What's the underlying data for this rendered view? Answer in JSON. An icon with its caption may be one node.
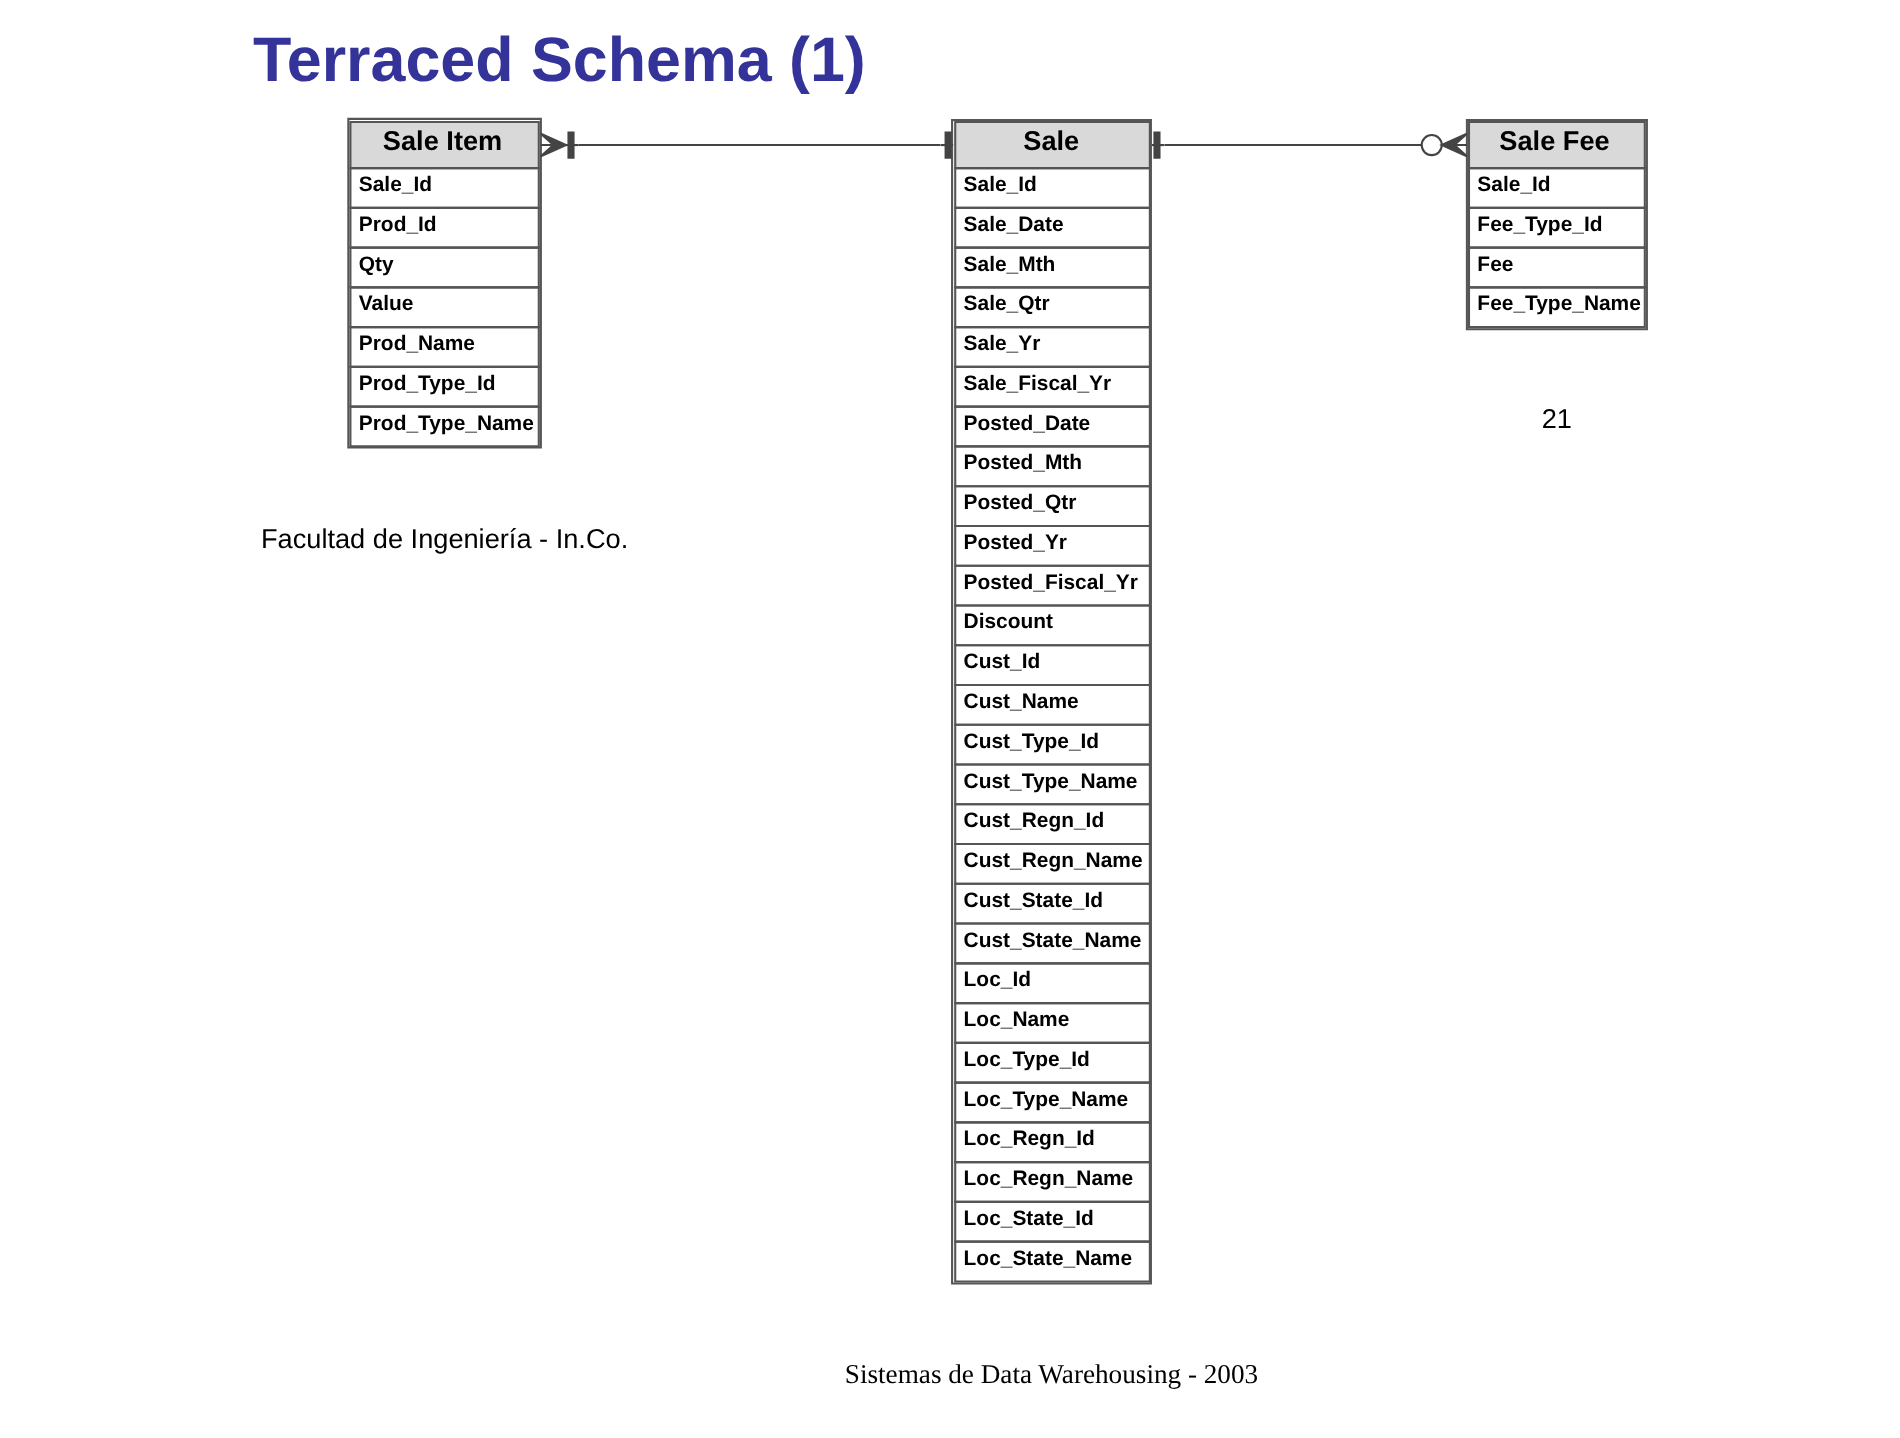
{
  "diagram": {
    "title": "Terraced Schema (1)",
    "nodes": [
      {
        "text": [
          "Sale Item",
          "Sale_Id",
          "Prod_Id",
          "Qty",
          "Value",
          "Prod_Name",
          "Prod_Type_Id",
          "Prod_Type_Name"
        ]
      },
      {
        "text": [
          "Sale",
          "Sale_Id",
          "Sale_Date",
          "Sale_Mth",
          "Sale_Qtr",
          "Sale_Yr",
          "Sale_Fiscal_Yr",
          "Posted_Date",
          "Posted_Mth",
          "Posted_Qtr",
          "Posted_Yr",
          "Posted_Fiscal_Yr",
          "Discount",
          "Cust_Id",
          "Cust_Name",
          "Cust_Type_Id",
          "Cust_Type_Name",
          "Cust_Regn_Id",
          "Cust_Regn_Name",
          "Cust_State_Id",
          "Cust_State_Name",
          "Loc_Id",
          "Loc_Name",
          "Loc_Type_Id",
          "Loc_Type_Name",
          "Loc_Regn_Id",
          "Loc_Regn_Name",
          "Loc_State_Id",
          "Loc_State_Name"
        ]
      },
      {
        "text": [
          "Sale Fee",
          "Sale_Id",
          "Fee_Type_Id",
          "Fee",
          "Fee_Type_Name"
        ]
      }
    ],
    "edges": [
      {
        "from": 0,
        "to": 1,
        "arrow": "other"
      },
      {
        "from": 1,
        "to": 2,
        "arrow": "other"
      }
    ],
    "labels": [
      "Facultad de Ingeniería - In.Co.",
      "Sistemas de Data Warehousing - 2003",
      "21"
    ]
  }
}
